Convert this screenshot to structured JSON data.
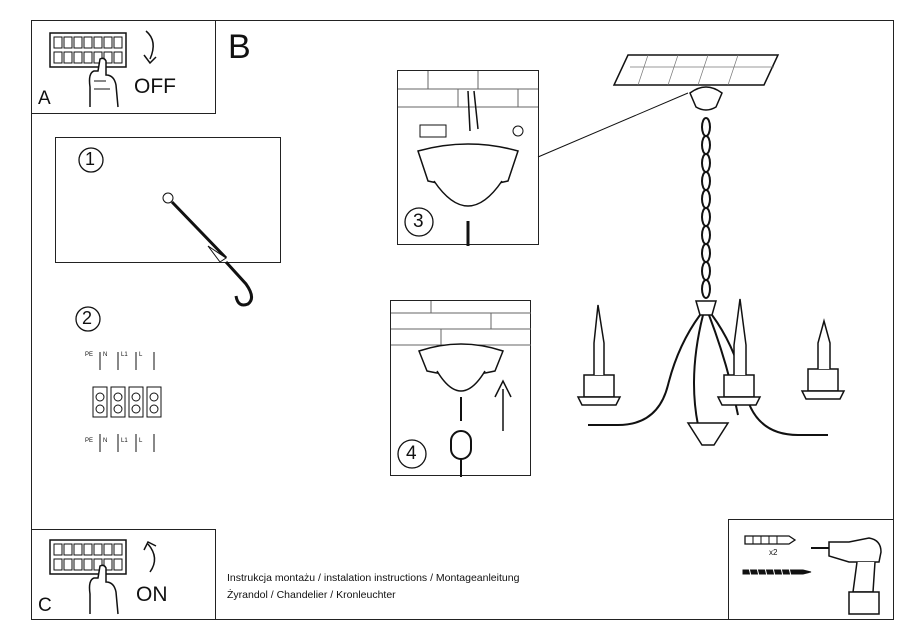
{
  "step_a": {
    "letter": "A",
    "text": "OFF"
  },
  "step_b": {
    "letter": "B"
  },
  "step_c": {
    "letter": "C",
    "text": "ON"
  },
  "steps": {
    "s1": "1",
    "s2": "2",
    "s3": "3",
    "s4": "4"
  },
  "terminals": {
    "top": [
      "PE",
      "N",
      "L1",
      "L"
    ],
    "bottom": [
      "PE",
      "N",
      "L1",
      "L"
    ]
  },
  "kit": {
    "quantity": "x2"
  },
  "captions": {
    "line1": "Instrukcja montażu / instalation instructions / Montageanleitung",
    "line2": "Żyrandol / Chandelier / Kronleuchter"
  },
  "colors": {
    "ink": "#111111",
    "paper": "#ffffff"
  },
  "icons": [
    "breaker-panel-hand-icon",
    "arrow-down-icon",
    "arrow-up-icon",
    "hook-wire-icon",
    "terminal-block-icon",
    "ceiling-canopy-icon",
    "chandelier-icon",
    "wall-plug-icon",
    "screw-icon",
    "drill-icon"
  ]
}
